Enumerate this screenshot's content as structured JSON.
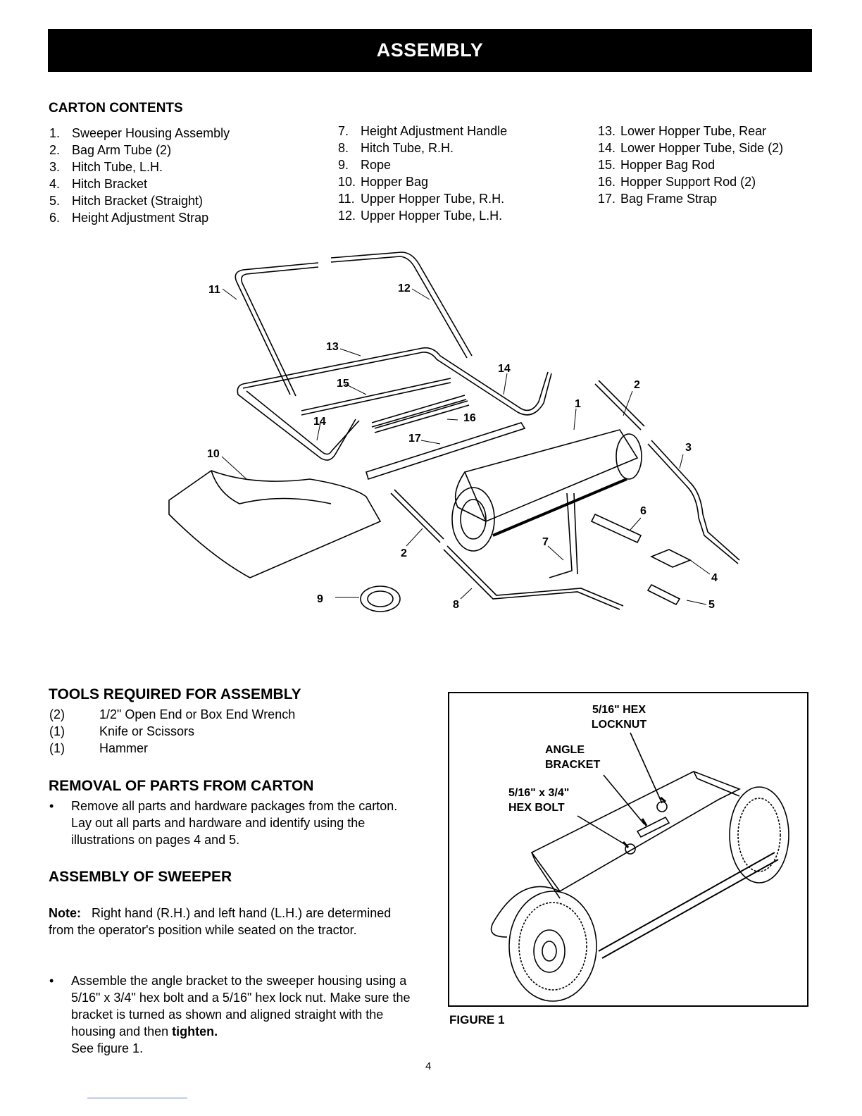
{
  "header": {
    "title": "ASSEMBLY"
  },
  "carton": {
    "heading": "CARTON CONTENTS",
    "col1": [
      {
        "n": "1.",
        "t": "Sweeper Housing Assembly"
      },
      {
        "n": "2.",
        "t": "Bag Arm Tube (2)"
      },
      {
        "n": "3.",
        "t": "Hitch Tube, L.H."
      },
      {
        "n": "4.",
        "t": "Hitch Bracket"
      },
      {
        "n": "5.",
        "t": "Hitch Bracket (Straight)"
      },
      {
        "n": "6.",
        "t": "Height Adjustment Strap"
      }
    ],
    "col2": [
      {
        "n": "7.",
        "t": "Height Adjustment Handle"
      },
      {
        "n": "8.",
        "t": "Hitch Tube, R.H."
      },
      {
        "n": "9.",
        "t": "Rope"
      },
      {
        "n": "10.",
        "t": "Hopper Bag"
      },
      {
        "n": "11.",
        "t": "Upper Hopper Tube, R.H."
      },
      {
        "n": "12.",
        "t": "Upper Hopper Tube, L.H."
      }
    ],
    "col3": [
      {
        "n": "13.",
        "t": "Lower Hopper Tube, Rear"
      },
      {
        "n": "14.",
        "t": "Lower Hopper Tube, Side (2)"
      },
      {
        "n": "15.",
        "t": "Hopper Bag Rod"
      },
      {
        "n": "16.",
        "t": "Hopper Support Rod (2)"
      },
      {
        "n": "17.",
        "t": "Bag Frame Strap"
      }
    ]
  },
  "parts_callouts": [
    "11",
    "12",
    "13",
    "14",
    "15",
    "14",
    "16",
    "17",
    "10",
    "1",
    "2",
    "3",
    "6",
    "7",
    "4",
    "5",
    "2",
    "9",
    "8"
  ],
  "tools": {
    "heading": "TOOLS REQUIRED FOR ASSEMBLY",
    "items": [
      {
        "q": "(2)",
        "t": "1/2\" Open End or Box End Wrench"
      },
      {
        "q": "(1)",
        "t": "Knife or Scissors"
      },
      {
        "q": "(1)",
        "t": "Hammer"
      }
    ]
  },
  "removal": {
    "heading": "REMOVAL OF PARTS FROM CARTON",
    "bullet": "Remove all parts and hardware packages from the carton. Lay out all parts and hardware and identify using the illustrations on pages 4 and 5."
  },
  "assembly": {
    "heading": "ASSEMBLY OF SWEEPER",
    "note_label": "Note:",
    "note_text": "Right hand (R.H.) and left hand (L.H.) are determined from the operator's position while seated on the tractor.",
    "bullet_text": "Assemble the angle bracket to the sweeper housing using a 5/16\" x 3/4\" hex bolt and a 5/16\" hex lock nut. Make sure the bracket is turned as shown and aligned straight with the housing and then",
    "bullet_bold": "tighten.",
    "bullet_end": "See figure 1."
  },
  "figure": {
    "label1a": "5/16\" HEX",
    "label1b": "LOCKNUT",
    "label2a": "ANGLE",
    "label2b": "BRACKET",
    "label3a": "5/16\" x 3/4\"",
    "label3b": "HEX BOLT",
    "caption": "FIGURE 1"
  },
  "page_number": "4"
}
